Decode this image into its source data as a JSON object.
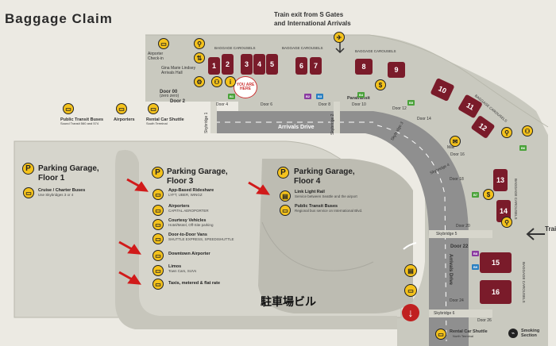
{
  "title": "Baggage Claim",
  "train_exit": {
    "line1": "Train exit from S Gates",
    "line2": "and",
    "line3": "International Arrivals"
  },
  "carousel_groups": [
    {
      "label": "BAGGAGE CAROUSELS"
    },
    {
      "label": "BAGGAGE CAROUSELS"
    },
    {
      "label": "BAGGAGE CAROUSELS"
    },
    {
      "label": "BAGGAGE CAROUSELS"
    },
    {
      "label": "BAGGAGE CAROUSELS"
    },
    {
      "label": "BAGGAGE CAROUSELS"
    }
  ],
  "carousels": [
    "1",
    "2",
    "3",
    "4",
    "5",
    "6",
    "7",
    "8",
    "9",
    "10",
    "11",
    "12",
    "13",
    "14",
    "15",
    "16"
  ],
  "you_are_here": "YOU ARE HERE",
  "top_labels": {
    "airporter_checkin": "Airporter Check-in",
    "gina_marie": "Gina Marie Lindsey Arrivals Hall",
    "door00": "Door 00",
    "door00_sub": "(zero zero)",
    "door2": "Door 2",
    "door4": "Door 4",
    "door6": "Door 6",
    "door8": "Door 8",
    "door10": "Door 10",
    "door12": "Door 12",
    "door14": "Door 14",
    "door16": "Door 16",
    "door18": "Door 18",
    "door20": "Door 20",
    "door22": "Door 22",
    "door24": "Door 24",
    "door26": "Door 26",
    "paratransit": "Paratransit",
    "mail": "Mail",
    "arrivals_drive": "Arrivals Drive",
    "arrivals_drive_v": "Arrivals Drive"
  },
  "skybridges": {
    "sb1": "Skybridge 1",
    "sb2": "Skybridge 2",
    "sb3": "Skybridge 3",
    "sb4": "Skybridge 4",
    "sb5": "Skybridge 5",
    "sb6": "Skybridge 6"
  },
  "green_badges": [
    "B1",
    "B2",
    "B3",
    "B4",
    "B5",
    "B6",
    "B7"
  ],
  "purple_badges": [
    "B2",
    "B3",
    "B8",
    "B9"
  ],
  "left_services": {
    "public_transit": "Public Transit Buses",
    "public_transit_sub": "Sound Transit 560 and 574",
    "airporters": "Airporters",
    "rental_car": "Rental Car Shuttle",
    "rental_car_sub": "South Terminal"
  },
  "garage1": {
    "badge": "P",
    "title": "Parking Garage,",
    "floor": "Floor 1",
    "cruise": "Cruise / Charter Buses",
    "cruise_sub": "Use Skybridges 3 or 4"
  },
  "garage3": {
    "badge": "P",
    "title": "Parking Garage,",
    "floor": "Floor 3",
    "items": [
      {
        "head": "App-Based Rideshare",
        "sub": "LYFT, UBER, WINGZ"
      },
      {
        "head": "Airporters",
        "sub": "CAPITAL AEROPORTER"
      },
      {
        "head": "Courtesy Vehicles",
        "sub": "Hotel/Motel, Off-Site parking"
      },
      {
        "head": "Door-to-Door Vans",
        "sub": "SHUTTLE EXPRESS, SPEEDISHUTTLE"
      },
      {
        "head": "Downtown Airporter",
        "sub": ""
      },
      {
        "head": "Limos",
        "sub": "Town Cars, SUVs"
      },
      {
        "head": "Taxis, metered & flat rate",
        "sub": ""
      }
    ]
  },
  "garage4": {
    "badge": "P",
    "title": "Parking Garage,",
    "floor": "Floor 4",
    "items": [
      {
        "head": "Link Light Rail",
        "sub": "Service between Seattle and the airport"
      },
      {
        "head": "Public Transit Buses",
        "sub": "Regional bus service on International Blvd."
      }
    ]
  },
  "parking_building_jp": "駐車場ビル",
  "bottom": {
    "rental_car": "Rental Car Shuttle",
    "rental_car_sub": "North Terminal",
    "smoking": "Smoking Section"
  },
  "right_edge_text": "Train fro",
  "colors": {
    "carousel": "#7a1b2a",
    "yellow": "#f4c21c",
    "green": "#4aa23a",
    "purple": "#8a3aa0",
    "road": "#8f8f8f",
    "red_arrow": "#d11a1a"
  }
}
